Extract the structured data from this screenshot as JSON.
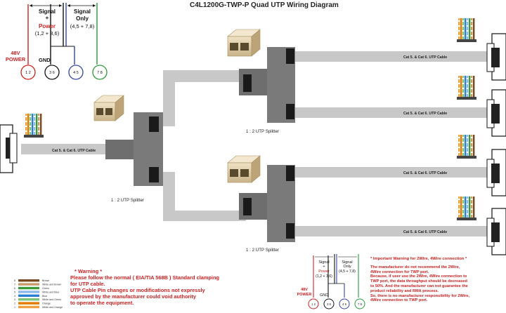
{
  "title": "C4L1200G-TWP-P Quad UTP Wiring Diagram",
  "legend_top": {
    "signal_power": [
      "Signal",
      "+",
      "Power",
      "(1,2 + 3,6)"
    ],
    "signal_only": [
      "Signal",
      "Only",
      "(4,5 + 7,8)"
    ],
    "power_48v": [
      "48V",
      "POWER"
    ],
    "gnd": "GND",
    "pins": [
      "1  2",
      "3  6",
      "4  5",
      "7  8"
    ]
  },
  "legend_bottom": {
    "signal_power": [
      "Signal",
      "+",
      "Power",
      "(1,2 + 3,6)"
    ],
    "signal_only": [
      "Signal",
      "Only",
      "(4,5 + 7,8)"
    ],
    "power_48v": [
      "48V",
      "POWER"
    ],
    "gnd": "GND",
    "pins": [
      "1 2",
      "3 6",
      "4 5",
      "7 8"
    ]
  },
  "cable_label": "Cat 5. & Cat 6. UTP Cable",
  "splitter_label": "1 : 2 UTP Splitter",
  "wire_colors": [
    "#f0a040",
    "#e07b00",
    "#7cc47c",
    "#2a7fd4",
    "#8fb8e8",
    "#3a9a3a",
    "#c99a6a",
    "#7a4a20"
  ],
  "pin_legend": [
    {
      "name": "Brown",
      "color": "#7a4a20"
    },
    {
      "name": "White and Brown",
      "color": "#c99a6a"
    },
    {
      "name": "Green",
      "color": "#3a9a3a"
    },
    {
      "name": "White and Blue",
      "color": "#8fb8e8"
    },
    {
      "name": "Blue",
      "color": "#2a7fd4"
    },
    {
      "name": "White and Green",
      "color": "#7cc47c"
    },
    {
      "name": "Orange",
      "color": "#e07b00"
    },
    {
      "name": "White and Orange",
      "color": "#f0a040"
    }
  ],
  "warning_left": [
    "* Warning *",
    "Please follow the normal ( EIA/TIA 568B ) Standard clamping",
    "for UTP cable.",
    "UTP Cable Pin changes or modifications not expressly",
    "approved by the manufacturer could void authority",
    "to operate the equipment."
  ],
  "warning_right": [
    "* Important Warning for 2Wire, 4Wire connection *",
    "The manufacturer do not recommend the 2Wire,",
    "4Wire connection for TWP port.",
    "Because, if user use the 2Wire, 4Wire connection to",
    "TWP port, the data throughput should be decreased",
    "to 50%. And the manufacturer can not guarantee the",
    "product reliability and RMA process.",
    "So, there is no manufacturer responsibility for 2Wire,",
    "4Wire connection to TWP port."
  ],
  "colors": {
    "power_red": "#cc2222",
    "gnd_black": "#111111",
    "signal_blue": "#3344aa",
    "signal_green": "#2a9a3a",
    "cable_gray": "#c8c8c8",
    "splitter_gray": "#7a7a7a"
  }
}
